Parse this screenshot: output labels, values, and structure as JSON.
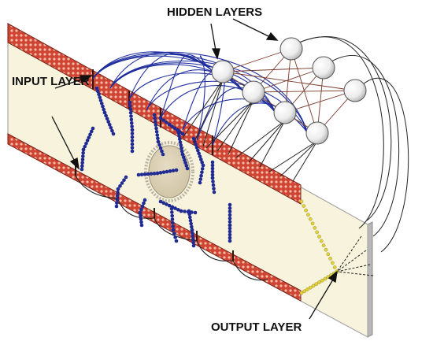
{
  "labels": {
    "hidden": "HIDDEN LAYERS",
    "input": "INPUT LAYER",
    "output": "OUTPUT LAYER"
  },
  "colors": {
    "panel": "#f7f3dc",
    "panel_edge": "#a7a7a7",
    "band": "#cf4433",
    "band_dot": "#f2bca7",
    "band_border": "#7a2318",
    "fiber": "#1f2b93",
    "nucleus": "#ddd2b8",
    "nucleus_ring": "#bab3a3",
    "node": "#f4f4f4",
    "node_stroke": "#555555",
    "hidden_link": "#7a3b2a",
    "input_link": "#1e2d9e",
    "output_link": "#222222",
    "output_dots": "#e2d337",
    "text": "#111111"
  }
}
